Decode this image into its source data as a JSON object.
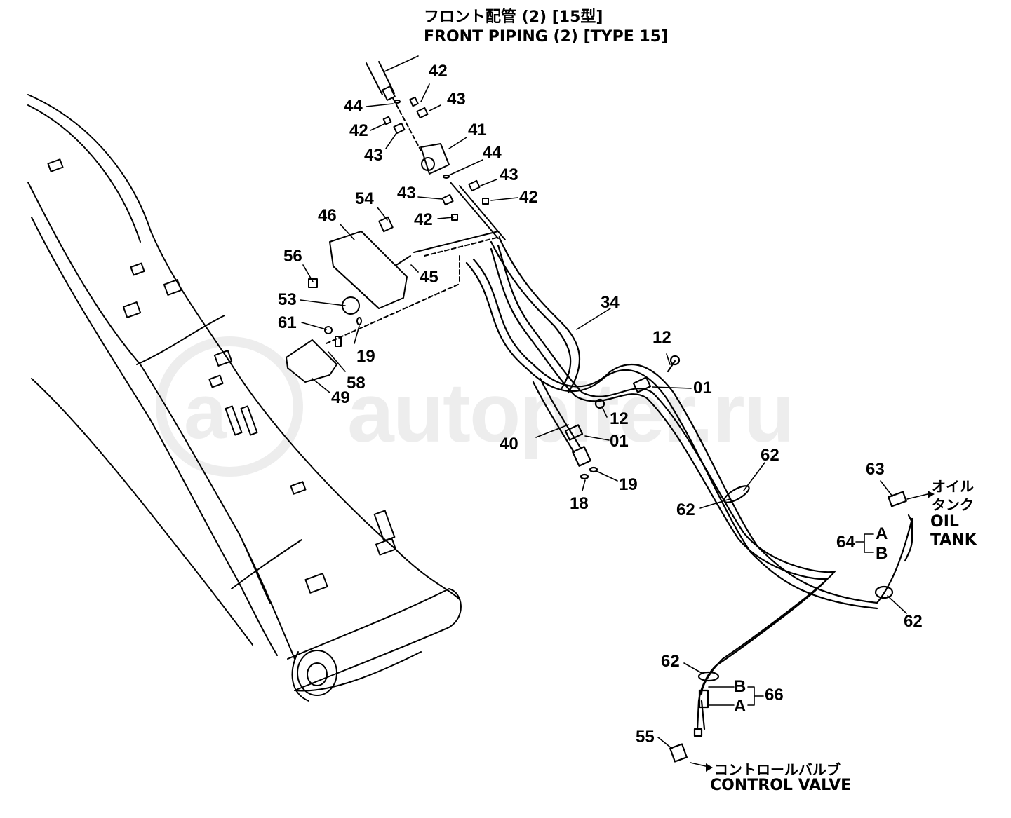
{
  "title": {
    "jp": "フロント配管 (2) [15型]",
    "en": "FRONT  PIPING (2) [TYPE 15]"
  },
  "watermark": {
    "logo": "a",
    "text": "autopiter.ru"
  },
  "part_labels": {
    "p42a": "42",
    "p43a": "43",
    "p44a": "44",
    "p42b": "42",
    "p43b": "43",
    "p41": "41",
    "p44b": "44",
    "p43c": "43",
    "p42c": "42",
    "p43d": "43",
    "p42d": "42",
    "p54": "54",
    "p46": "46",
    "p56": "56",
    "p45": "45",
    "p53": "53",
    "p61": "61",
    "p19a": "19",
    "p58": "58",
    "p49": "49",
    "p34": "34",
    "p12a": "12",
    "p01a": "01",
    "p12b": "12",
    "p01b": "01",
    "p40": "40",
    "p18": "18",
    "p19b": "19",
    "p62a": "62",
    "p62b": "62",
    "p63": "63",
    "p64": "64",
    "p64A": "A",
    "p64B": "B",
    "p62c": "62",
    "p62d": "62",
    "p66B": "B",
    "p66": "66",
    "p66A": "A",
    "p55": "55"
  },
  "destinations": {
    "oil_tank_jp_1": "オイル",
    "oil_tank_jp_2": "タンク",
    "oil_tank_en_1": "OIL",
    "oil_tank_en_2": "TANK",
    "control_valve_jp": "コントロールバルブ",
    "control_valve_en": "CONTROL  VALVE"
  }
}
